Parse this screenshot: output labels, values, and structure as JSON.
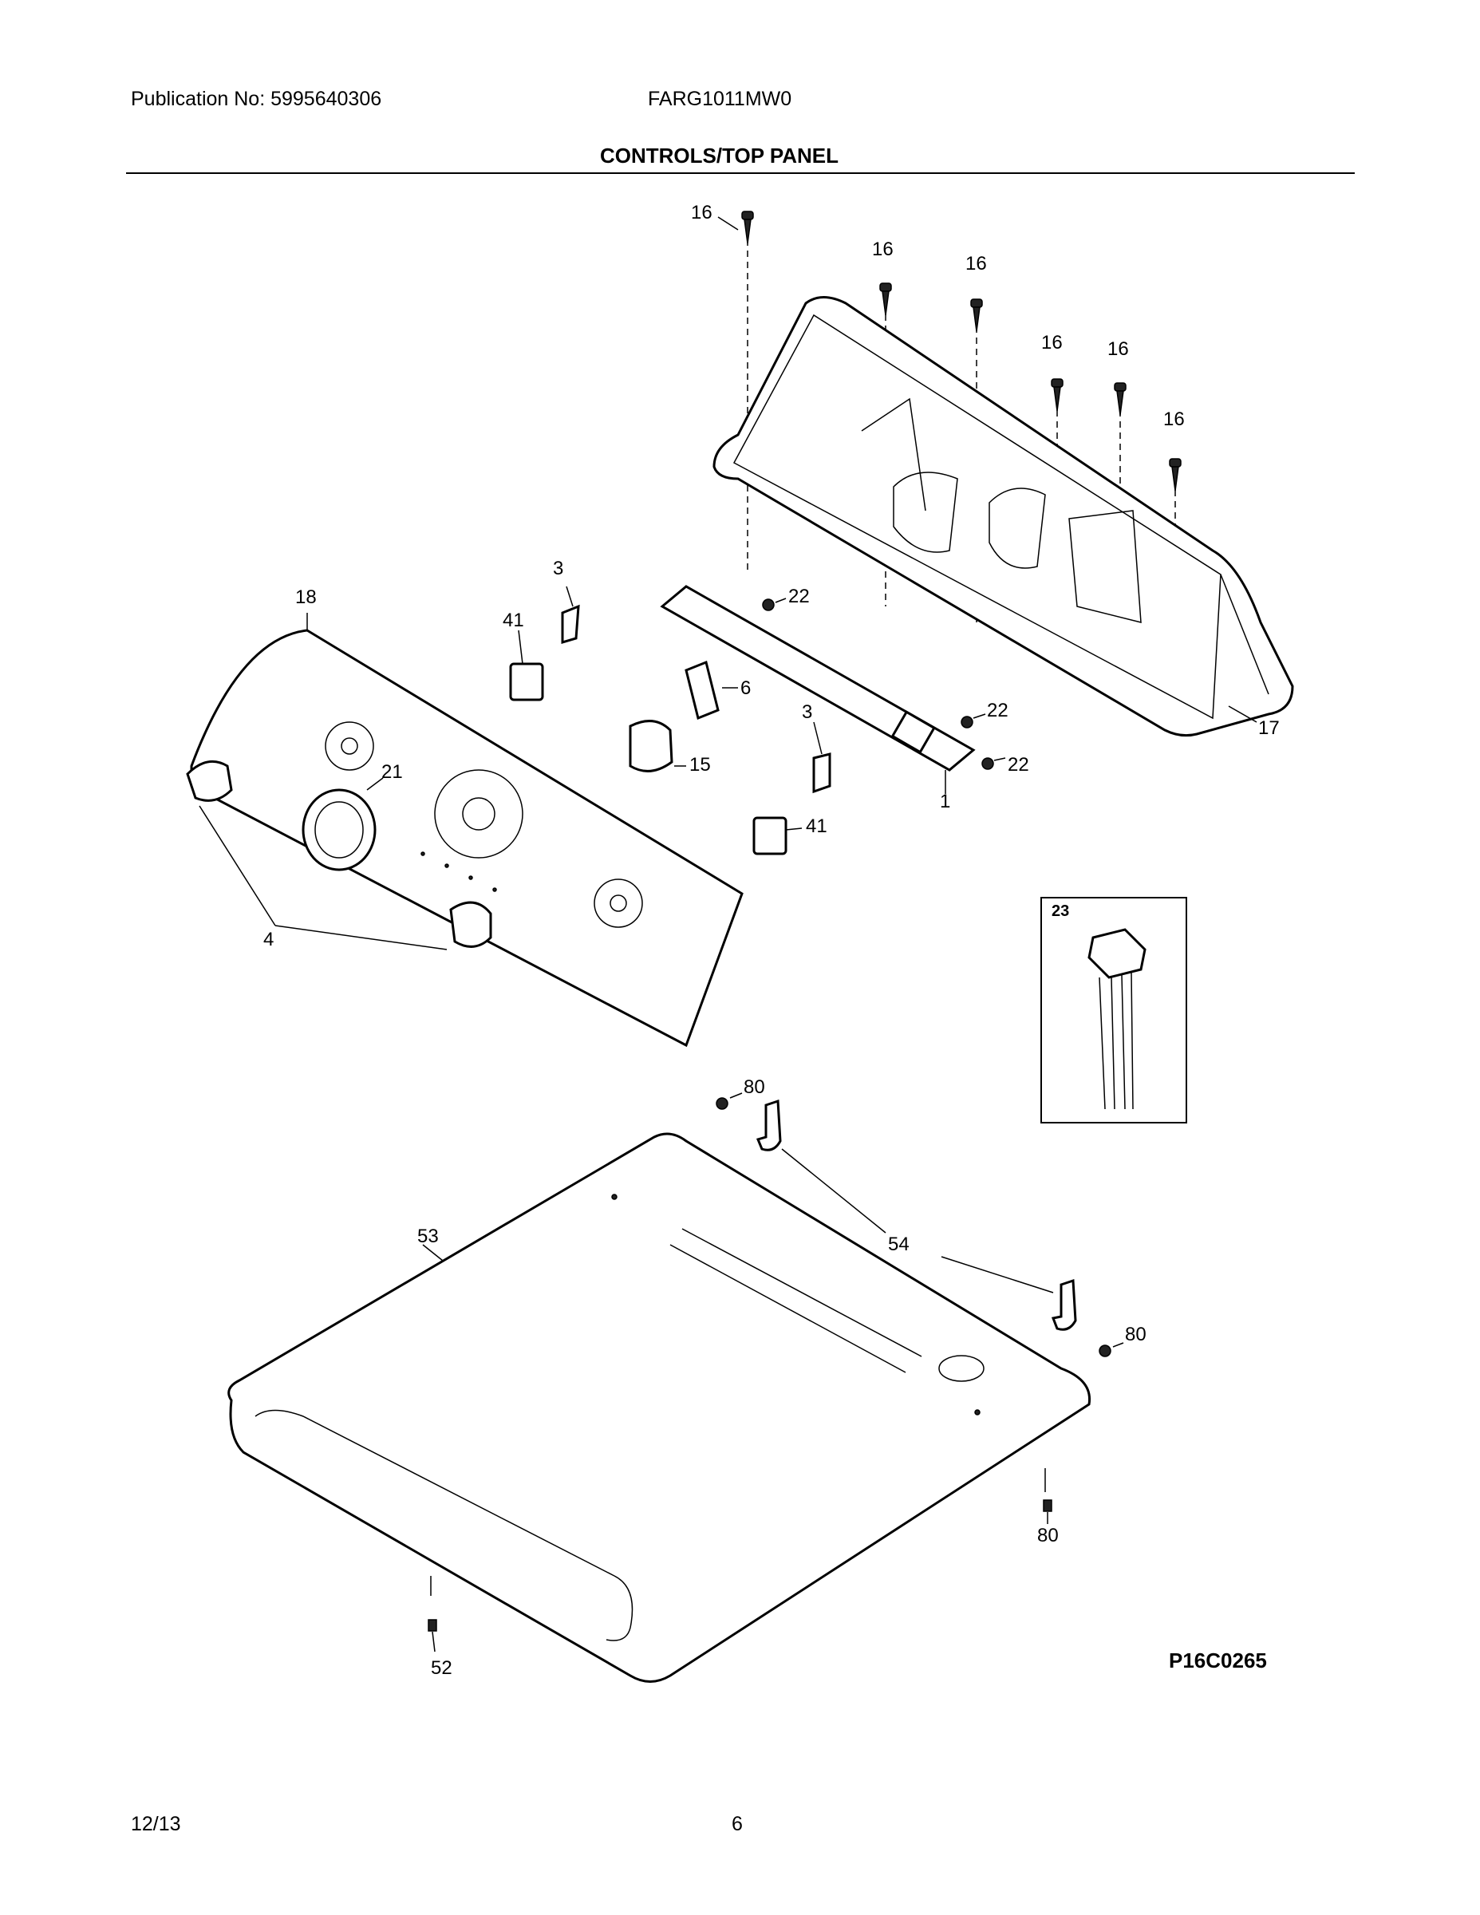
{
  "header": {
    "publication": "Publication No: 5995640306",
    "model": "FARG1011MW0",
    "title": "CONTROLS/TOP PANEL"
  },
  "footer": {
    "date": "12/13",
    "page": "6"
  },
  "diagram": {
    "figure_id": "P16C0265",
    "inset_label": "23",
    "callouts": [
      "16",
      "16",
      "16",
      "16",
      "16",
      "16",
      "17",
      "3",
      "18",
      "41",
      "22",
      "6",
      "22",
      "15",
      "3",
      "22",
      "21",
      "1",
      "41",
      "4",
      "80",
      "53",
      "54",
      "80",
      "80",
      "52"
    ]
  }
}
